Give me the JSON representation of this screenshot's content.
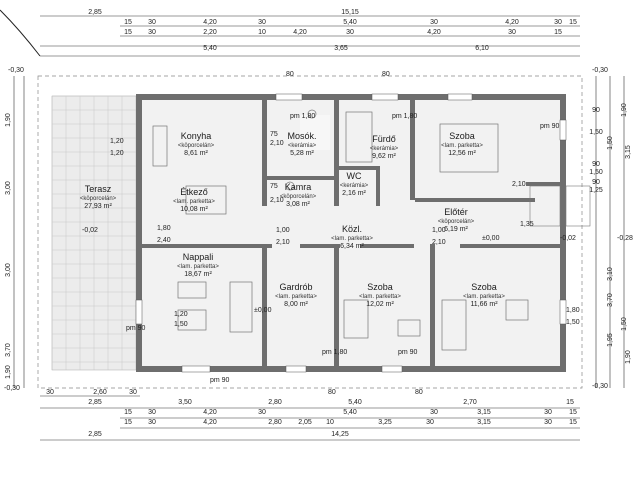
{
  "plan": {
    "rooms": [
      {
        "name": "Konyha",
        "material": "<köporcelán>",
        "area": "8,61 m²"
      },
      {
        "name": "Mosók.",
        "material": "<kerámia>",
        "area": "5,28 m²"
      },
      {
        "name": "Fürdő",
        "material": "<kerámia>",
        "area": "9,62 m²"
      },
      {
        "name": "Szoba",
        "material": "<lam. parketta>",
        "area": "12,56 m²"
      },
      {
        "name": "Terasz",
        "material": "<köporcelán>",
        "area": "27,93 m²"
      },
      {
        "name": "Étkező",
        "material": "<lam. parketta>",
        "area": "10,08 m²"
      },
      {
        "name": "Kamra",
        "material": "<köporcelán>",
        "area": "3,08 m²"
      },
      {
        "name": "WC",
        "material": "<kerámia>",
        "area": "2,16 m²"
      },
      {
        "name": "Előtér",
        "material": "<köporcelán>",
        "area": "6,19 m²"
      },
      {
        "name": "Közl.",
        "material": "<lam. parketta>",
        "area": "6,34 m²"
      },
      {
        "name": "Nappali",
        "material": "<lam. parketta>",
        "area": "18,67 m²"
      },
      {
        "name": "Gardrób",
        "material": "<lam. parketta>",
        "area": "8,00 m²"
      },
      {
        "name": "Szoba",
        "material": "<lam. parketta>",
        "area": "12,02 m²"
      },
      {
        "name": "Szoba",
        "material": "<lam. parketta>",
        "area": "11,66 m²"
      }
    ],
    "top_dims": {
      "row1": [
        "2,85",
        "15,15"
      ],
      "row2": [
        "15",
        "30",
        "4,20",
        "30",
        "5,40",
        "30",
        "4,20",
        "30",
        "15"
      ],
      "row3": [
        "15",
        "30",
        "2,20",
        "10",
        "4,20",
        "30",
        "4,20",
        "30",
        "15"
      ],
      "row4": [
        "5,40",
        "3,65",
        "6,10"
      ]
    },
    "bottom_dims": {
      "row1": [
        "30",
        "2,60",
        "30"
      ],
      "row2": [
        "2,85",
        "3,50",
        "2,80",
        "5,40",
        "2,70",
        "15"
      ],
      "row3": [
        "15",
        "30",
        "4,20",
        "30",
        "5,40",
        "30",
        "3,15",
        "30",
        "15"
      ],
      "row4": [
        "15",
        "30",
        "4,20",
        "2,80",
        "2,05",
        "10",
        "3,25",
        "30",
        "3,15",
        "30",
        "15"
      ],
      "row5": [
        "2,85",
        "14,25"
      ]
    },
    "left_dims": [
      "1,90",
      "3,00",
      "3,00",
      "3,70",
      "1,90"
    ],
    "left_levels": [
      "-0,30",
      "-0,30"
    ],
    "right_dims": [
      "90",
      "1,50",
      "90",
      "1,50",
      "90",
      "1,25",
      "1,90",
      "1,50",
      "3,15",
      "3,10",
      "3,70",
      "1,95",
      "1,50",
      "1,90"
    ],
    "right_levels": [
      "-0,30",
      "-0,30"
    ],
    "annotations": [
      {
        "text": "1,20"
      },
      {
        "text": "1,20"
      },
      {
        "text": "1,80"
      },
      {
        "text": "2,40"
      },
      {
        "text": "1,20"
      },
      {
        "text": "1,50"
      },
      {
        "text": "pm 90"
      },
      {
        "text": "pm 1,80"
      },
      {
        "text": "pm 1,80"
      },
      {
        "text": "pm 90"
      },
      {
        "text": "pm 90"
      },
      {
        "text": "pm 1,80"
      },
      {
        "text": "pm 90"
      },
      {
        "text": "2,10"
      },
      {
        "text": "2,10"
      },
      {
        "text": "75"
      },
      {
        "text": "75"
      },
      {
        "text": "1,00"
      },
      {
        "text": "1,00"
      },
      {
        "text": "2,10"
      },
      {
        "text": "2,10"
      },
      {
        "text": "±0,00"
      },
      {
        "text": "±0,00"
      },
      {
        "text": "-0,02"
      },
      {
        "text": "-0,02"
      },
      {
        "text": "-0,28"
      },
      {
        "text": "1,35"
      },
      {
        "text": "2,10"
      },
      {
        "text": "1,80"
      },
      {
        "text": "1,50"
      },
      {
        "text": "80"
      },
      {
        "text": "80"
      },
      {
        "text": "80"
      },
      {
        "text": "80"
      }
    ]
  }
}
